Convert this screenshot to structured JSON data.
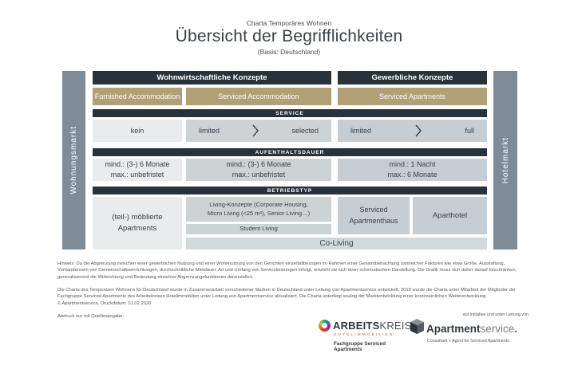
{
  "header": {
    "eyebrow": "Charta Temporäres Wohnen",
    "title": "Übersicht der Begrifflichkeiten",
    "subtitle": "(Basis: Deutschland)"
  },
  "side_labels": {
    "left": "Wohnungsmarkt",
    "right": "Hotelmarkt"
  },
  "matrix": {
    "group_headers": {
      "residential": "Wohnwirtschaftliche Konzepte",
      "commercial": "Gewerbliche Konzepte"
    },
    "concepts": {
      "col1": "Furnished Accommodation",
      "col2": "Serviced Accommodation",
      "col3": "Serviced Apartments"
    },
    "service": {
      "band_label": "SERVICE",
      "col1": "kein",
      "col2": {
        "from": "limited",
        "to": "selected"
      },
      "col3": {
        "from": "limited",
        "to": "full"
      }
    },
    "duration": {
      "band_label": "AUFENTHALTSDAUER",
      "col1": {
        "line1": "mind.: (3-) 6 Monate",
        "line2": "max.: unbefristet"
      },
      "col2": {
        "line1": "mind.: (3-) 6 Monate",
        "line2": "max.: unbefristet"
      },
      "col3": {
        "line1": "mind.: 1 Nacht",
        "line2": "max.: 6 Monate"
      }
    },
    "operator_type": {
      "band_label": "BETRIEBSTYP",
      "col1": {
        "line1": "(teil-) möblierte",
        "line2": "Apartments"
      },
      "living_concepts": {
        "line1": "Living-Konzepte (Corporate Housing,",
        "line2": "Micro Living (<25 m²), Senior Living…)"
      },
      "student_living": "Student Living",
      "serviced_apartmenthaus": {
        "line1": "Serviced",
        "line2": "Apartmenthaus"
      },
      "aparthotel": "Aparthotel",
      "co_living": "Co-Living"
    }
  },
  "footnotes": {
    "note1": "Hinweis: Da die Abgrenzung zwischen einer gewerblichen Nutzung und einer Wohnnutzung von den Gerichten einzelfallbezogen im Rahmen einer Gesamtbetrachtung zahlreicher Faktoren wie etwa Größe, Ausstattung, Vorhandensein von Gemeinschaftseinrichtungen, durchschnittliche Mietdauer, Art und Umfang von Serviceleistungen erfolgt, entzieht sie sich einer schematischen Darstellung. Die Grafik muss sich daher darauf beschränken, generalisierend die Wirkrichtung und Bedeutung einzelner Abgrenzungsfunktionen darzustellen.",
    "note2": "Die Charta des Temporären Wohnens für Deutschland wurde in Zusammenarbeit verschiedener Marken in Deutschland unter Leitung von Apartmentservice entwickelt. 2018 wurde die Charta unter Mitarbeit der Mitglieder der Fachgruppe Serviced Apartments des Arbeitskreises Hotelimmobilien unter Leitung von Apartmentservice aktualisiert. Die Charta unterliegt analog der Marktentwicklung einer kontinuierlichen Weiterentwicklung.",
    "copyright": "© Apartmentservice, Druckdatum: 01.02.2020",
    "reprint": "Abdruck nur mit Quellenangabe."
  },
  "logos": {
    "arbeitskreis": {
      "name_bold": "ARBEITS",
      "name_light": "KREIS",
      "sub": "HOTELIMMOBILIEN",
      "tagline": "Fachgruppe Serviced Apartments"
    },
    "apartmentservice": {
      "lead_in": "auf Initiative und unter Leitung von",
      "name_bold": "Apartment",
      "name_light": "service",
      "name_dot": ".",
      "tagline": "Consultant + Agent for Serviced Apartments"
    }
  },
  "colors": {
    "dark_header": "#27323a",
    "gold": "#b19f76",
    "sidebar_gray": "#7f8c96",
    "cell_light": "#e9ebec",
    "cell_mid": "#cdd2d5",
    "cell_col3": "#c6ced4",
    "co_living": "#d3d8db",
    "logo_red": "#b5342e"
  }
}
